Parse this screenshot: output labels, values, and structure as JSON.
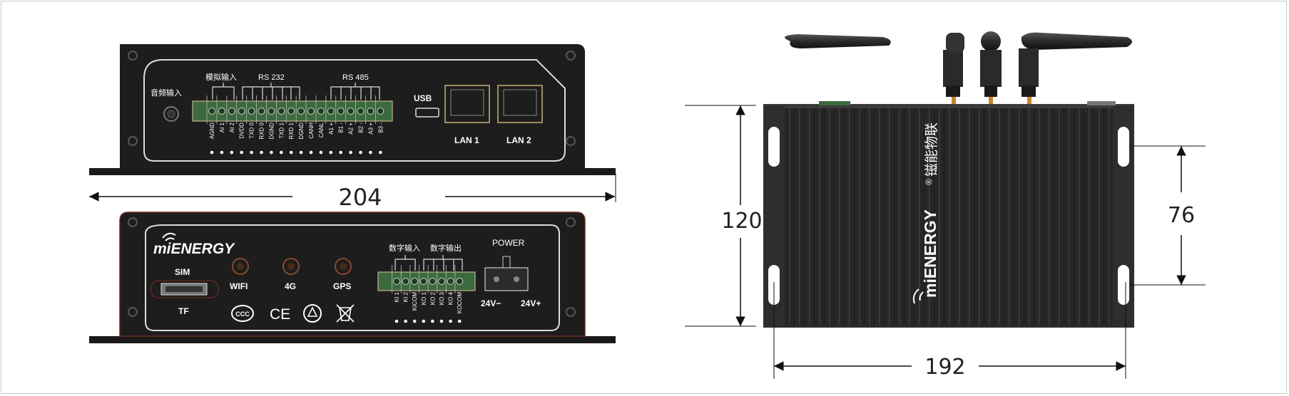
{
  "front_panel": {
    "audio_in": "音频输入",
    "analog_in": "模拟输入",
    "rs232": "RS 232",
    "rs485": "RS 485",
    "usb": "USB",
    "lan1": "LAN 1",
    "lan2": "LAN 2",
    "pins": [
      "AGND",
      "AI 1",
      "AI 2",
      "DVDD",
      "TXD 0",
      "RXD 0",
      "DGND",
      "TXD 1",
      "RXD 1",
      "DGND",
      "CANH",
      "CANL",
      "A1 +",
      "B1 -",
      "A2 +",
      "B2 -",
      "A3 +",
      "B3 -"
    ]
  },
  "back_panel": {
    "brand": "miENERGY",
    "sim": "SIM",
    "tf": "TF",
    "wifi": "WIFI",
    "g4": "4G",
    "gps": "GPS",
    "digital_in": "数字输入",
    "digital_out": "数字输出",
    "power": "POWER",
    "v_neg": "24V−",
    "v_pos": "24V+",
    "cert_ce": "CE",
    "pins": [
      "KI 1",
      "KI 2",
      "KICOM",
      "KO 1",
      "KO 2",
      "KO 3",
      "KO 4",
      "KOCOM"
    ]
  },
  "top_view": {
    "brand": "miENERGY",
    "brand_cn": "镃能物联",
    "registered": "®"
  },
  "dimensions": {
    "width_front": "204",
    "height": "120",
    "mount_spacing": "76",
    "width_top": "192"
  },
  "colors": {
    "housing": "#1d1d1d",
    "housing_dark": "#111111",
    "terminal_green": "#3b6a3e",
    "antenna_connector": "#c9862a"
  }
}
